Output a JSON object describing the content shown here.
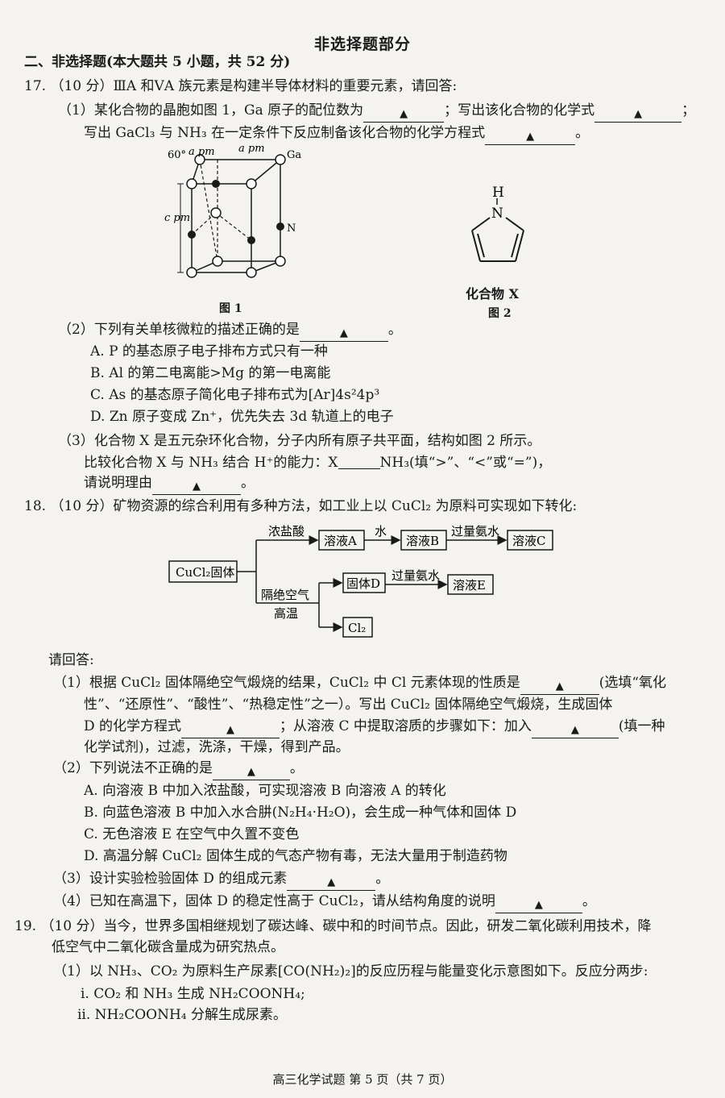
{
  "page": {
    "title": "非选择题部分",
    "section": "二、非选择题(本大题共 5 小题，共 52 分)",
    "footer": "高三化学试题 第 5 页（共 7 页）"
  },
  "blank_mark": "▲",
  "q17": {
    "stem": "17. （10 分）ⅢA 和ⅤA 族元素是构建半导体材料的重要元素，请回答:",
    "p1_a": "（1）某化合物的晶胞如图 1，Ga 原子的配位数为",
    "p1_b": "；写出该化合物的化学式",
    "p1_c": "；",
    "p1_line2": "写出 GaCl₃ 与 NH₃ 在一定条件下反应制备该化合物的化学方程式",
    "p1_end": "。",
    "fig1": {
      "angle": "60°",
      "a1": "a pm",
      "a2": "a pm",
      "c": "c pm",
      "ga": "Ga",
      "n": "N",
      "caption": "图 1"
    },
    "fig2": {
      "h": "H",
      "n": "N",
      "name": "化合物 X",
      "caption": "图 2"
    },
    "p2": "（2）下列有关单核微粒的描述正确的是",
    "p2_end": "。",
    "p2_options": [
      "A. P 的基态原子电子排布方式只有一种",
      "B. Al 的第二电离能>Mg 的第一电离能",
      "C. As 的基态原子简化电子排布式为[Ar]4s²4p³",
      "D. Zn 原子变成 Zn⁺，优先失去 3d 轨道上的电子"
    ],
    "p3_line1": "（3）化合物 X 是五元杂环化合物，分子内所有原子共平面，结构如图 2 所示。",
    "p3_line2a": "比较化合物 X 与 NH₃ 结合 H⁺的能力：X",
    "p3_line2b": "NH₃(填“>”、“<”或“=”)，",
    "p3_line3": "请说明理由",
    "p3_end": "。"
  },
  "q18": {
    "stem": "18. （10 分）矿物资源的综合利用有多种方法，如工业上以 CuCl₂ 为原料可实现如下转化:",
    "flow": {
      "start": "CuCl₂固体",
      "reagent_top": "浓盐酸",
      "sol_a": "溶液A",
      "water": "水",
      "sol_b": "溶液B",
      "ammonia1": "过量氨水",
      "sol_c": "溶液C",
      "cond1": "隔绝空气",
      "cond2": "高温",
      "solid_d": "固体D",
      "ammonia2": "过量氨水",
      "sol_e": "溶液E",
      "cl2": "Cl₂"
    },
    "ask": "请回答:",
    "p1_l1a": "（1）根据 CuCl₂ 固体隔绝空气煅烧的结果，CuCl₂ 中 Cl 元素体现的性质是",
    "p1_l1b": "(选填“氧化",
    "p1_l2": "性”、“还原性”、“酸性”、“热稳定性”之一）。写出 CuCl₂ 固体隔绝空气煅烧，生成固体",
    "p1_l3a": "D 的化学方程式",
    "p1_l3b": "；从溶液 C 中提取溶质的步骤如下：加入",
    "p1_l3c": "(填一种",
    "p1_l4": "化学试剂)，过滤，洗涤，干燥，得到产品。",
    "p2": "（2）下列说法不正确的是",
    "p2_end": "。",
    "p2_options": [
      "A. 向溶液 B 中加入浓盐酸，可实现溶液 B 向溶液 A 的转化",
      "B. 向蓝色溶液 B 中加入水合肼(N₂H₄·H₂O)，会生成一种气体和固体 D",
      "C. 无色溶液 E 在空气中久置不变色",
      "D. 高温分解 CuCl₂ 固体生成的气态产物有毒，无法大量用于制造药物"
    ],
    "p3": "（3）设计实验检验固体 D 的组成元素",
    "p3_end": "。",
    "p4": "（4）已知在高温下，固体 D 的稳定性高于 CuCl₂，请从结构角度的说明",
    "p4_end": "。"
  },
  "q19": {
    "stem_l1": "19. （10 分）当今，世界多国相继规划了碳达峰、碳中和的时间节点。因此，研发二氧化碳利用技术，降",
    "stem_l2": "低空气中二氧化碳含量成为研究热点。",
    "p1": "（1）以 NH₃、CO₂ 为原料生产尿素[CO(NH₂)₂]的反应历程与能量变化示意图如下。反应分两步:",
    "step_i": "i. CO₂ 和 NH₃ 生成 NH₂COONH₄;",
    "step_ii": "ii. NH₂COONH₄ 分解生成尿素。"
  }
}
